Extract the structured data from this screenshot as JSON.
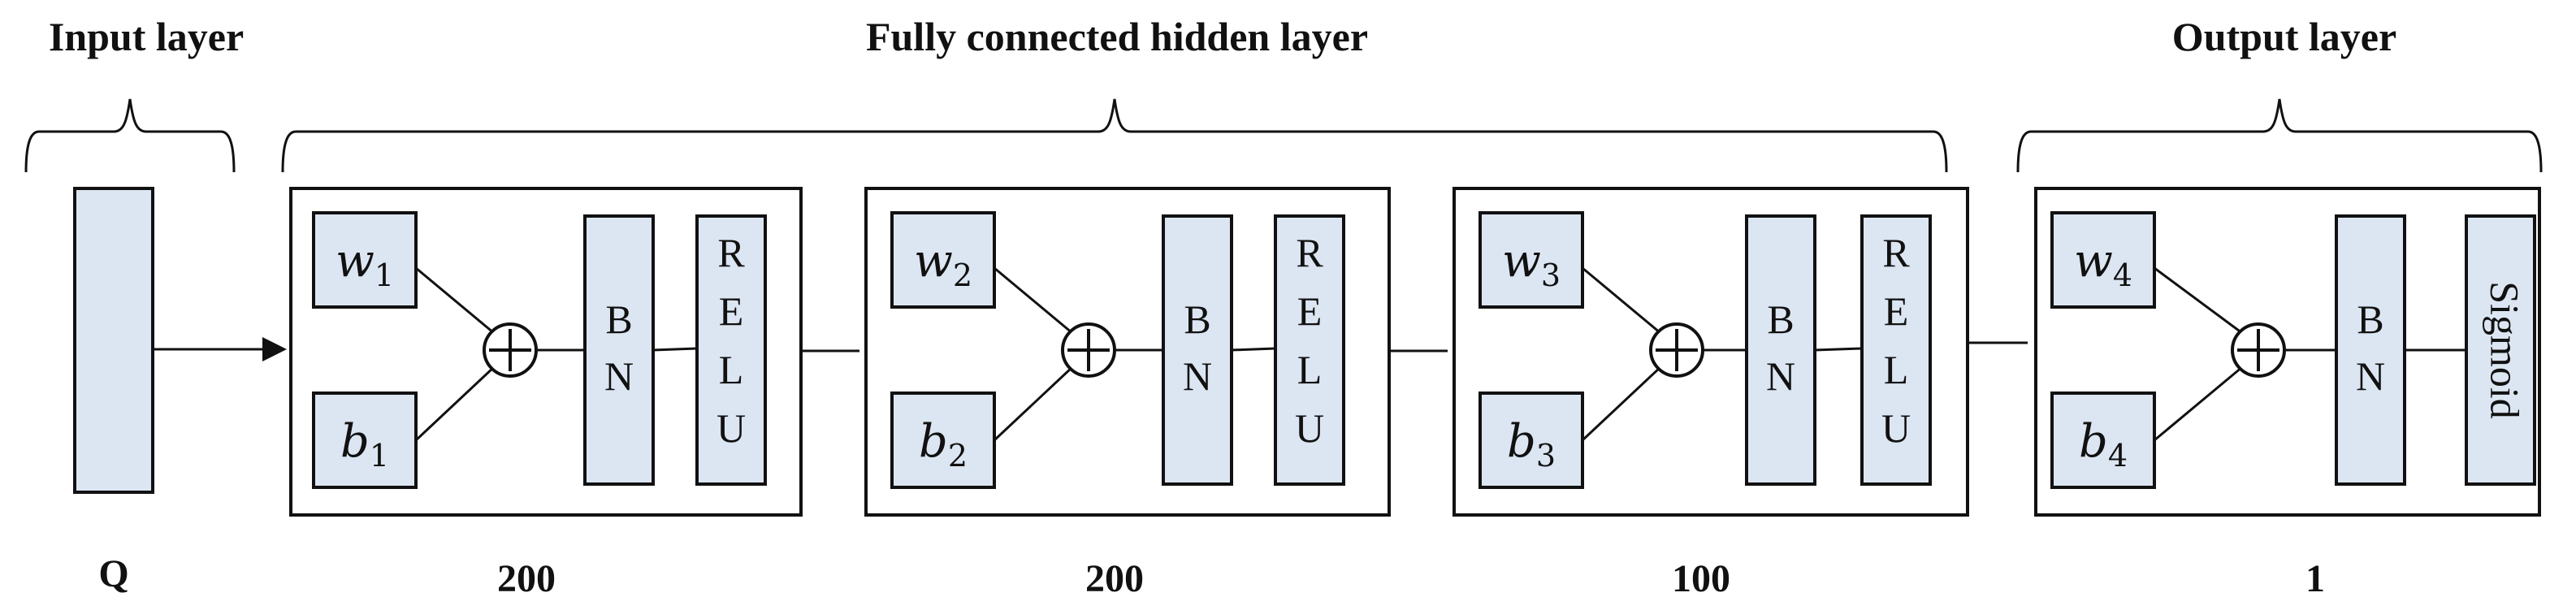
{
  "titles": {
    "input": "Input layer",
    "hidden": "Fully connected hidden layer",
    "output": "Output layer"
  },
  "input": {
    "label": "Q"
  },
  "blocks": [
    {
      "w_base": "w",
      "w_sub": "1",
      "b_base": "b",
      "b_sub": "1",
      "bn": [
        "B",
        "N"
      ],
      "act": [
        "R",
        "E",
        "L",
        "U"
      ],
      "count": "200"
    },
    {
      "w_base": "w",
      "w_sub": "2",
      "b_base": "b",
      "b_sub": "2",
      "bn": [
        "B",
        "N"
      ],
      "act": [
        "R",
        "E",
        "L",
        "U"
      ],
      "count": "200"
    },
    {
      "w_base": "w",
      "w_sub": "3",
      "b_base": "b",
      "b_sub": "3",
      "bn": [
        "B",
        "N"
      ],
      "act": [
        "R",
        "E",
        "L",
        "U"
      ],
      "count": "100"
    },
    {
      "w_base": "w",
      "w_sub": "4",
      "b_base": "b",
      "b_sub": "4",
      "bn": [
        "B",
        "N"
      ],
      "act_rotated": "Sigmoid",
      "count": "1"
    }
  ],
  "colors": {
    "box_fill": "#dce6f2",
    "stroke": "#111111"
  }
}
